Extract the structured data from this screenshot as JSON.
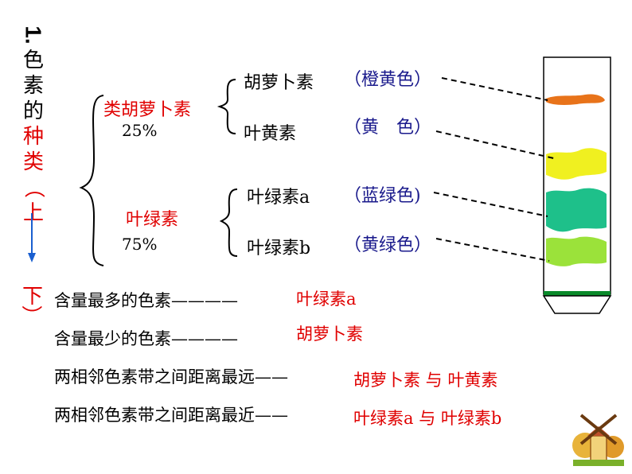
{
  "title": {
    "number": "1.",
    "chars": [
      "色",
      "素",
      "的",
      "种",
      "类"
    ],
    "paren_open": "（",
    "top": "上",
    "bottom": "下",
    "paren_close": "）"
  },
  "carotenoids": {
    "label": "类胡萝卜素",
    "percent": "25%"
  },
  "chlorophyll": {
    "label": "叶绿素",
    "percent": "75%"
  },
  "pigments": [
    {
      "name": "胡萝卜素",
      "color_text": "（橙黄色）",
      "band_color": "#e8731a"
    },
    {
      "name": "叶黄素",
      "color_text": "（黄　色）",
      "band_color": "#f0f020"
    },
    {
      "name": "叶绿素a",
      "color_text": "（蓝绿色)",
      "band_color": "#1ec08a"
    },
    {
      "name": "叶绿素b",
      "color_text": "（黄绿色）",
      "band_color": "#9be23a"
    }
  ],
  "facts": [
    {
      "statement": "含量最多的色素————",
      "answer": "叶绿素a"
    },
    {
      "statement": "含量最少的色素————",
      "answer": "胡萝卜素"
    },
    {
      "statement": "两相邻色素带之间距离最远——",
      "answer": "胡萝卜素 与 叶黄素"
    },
    {
      "statement": "两相邻色素带之间距离最近——",
      "answer": "叶绿素a 与 叶绿素b"
    }
  ],
  "colors": {
    "title_red": "#e00000",
    "text_blue": "#1a1a8c",
    "tube_base": "#0a8a2a"
  }
}
